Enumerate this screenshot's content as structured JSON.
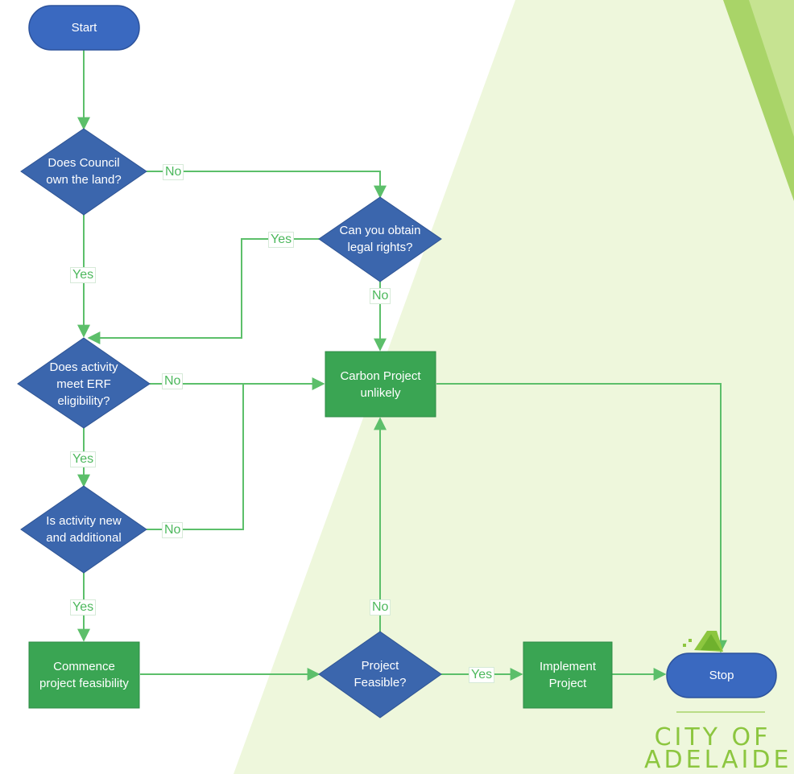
{
  "colors": {
    "diamond": "#3b66ad",
    "terminator": "#3a69c0",
    "process": "#3aa553",
    "connector": "#5cbf6a",
    "label": "#4cb85c",
    "background_stripe": "#eef7dc",
    "logo": "#8cc63f"
  },
  "nodes": {
    "start": "Start",
    "stop": "Stop",
    "q_council_land": "Does Council\nown the land?",
    "q_legal_rights": "Can you obtain\nlegal rights?",
    "q_erf": "Does activity\nmeet ERF\neligibility?",
    "q_new_additional": "Is activity new\nand additional",
    "q_feasible": "Project\nFeasible?",
    "carbon_unlikely": "Carbon Project\nunlikely",
    "commence": "Commence\nproject feasibility",
    "implement": "Implement\nProject"
  },
  "edge_labels": {
    "council_no": "No",
    "council_yes": "Yes",
    "legal_yes": "Yes",
    "legal_no": "No",
    "erf_no": "No",
    "erf_yes": "Yes",
    "new_no": "No",
    "new_yes": "Yes",
    "feasible_no": "No",
    "feasible_yes": "Yes"
  },
  "logo": {
    "line1": "CITY OF",
    "line2": "ADELAIDE",
    "icon": "city-of-adelaide-logo-icon"
  }
}
